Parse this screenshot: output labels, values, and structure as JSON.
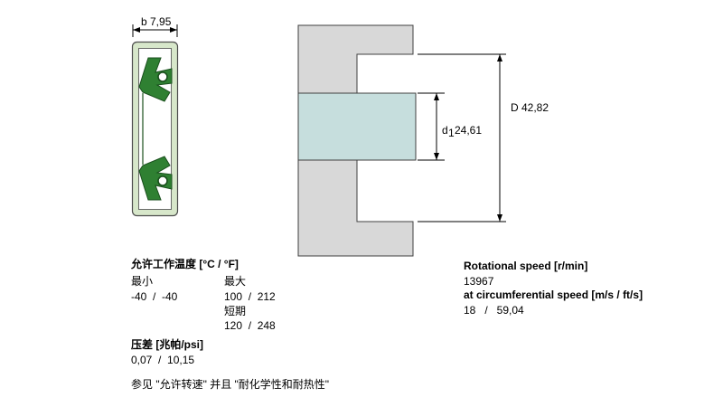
{
  "drawing": {
    "width_label": "b 7,95",
    "outer_diameter_label": "D 42,82",
    "shaft_diameter": {
      "prefix": "d",
      "sub": "1",
      "value": "24,61"
    }
  },
  "temperature": {
    "title": "允许工作温度 [°C / °F]",
    "min_label": "最小",
    "max_label": "最大",
    "min_value": "-40  /  -40",
    "max_value": "100  /  212",
    "short_term_label": "短期",
    "short_term_value": "120  /  248"
  },
  "pressure": {
    "title": "压差 [兆帕/psi]",
    "value": "0,07  /  10,15"
  },
  "note": "参见 \"允许转速\" 并且 \"耐化学性和耐热性\"",
  "speed": {
    "title": "Rotational speed [r/min]",
    "value": "13967",
    "circumferential_title": "at circumferential speed [m/s / ft/s]",
    "circumferential_value": "18   /   59,04"
  }
}
